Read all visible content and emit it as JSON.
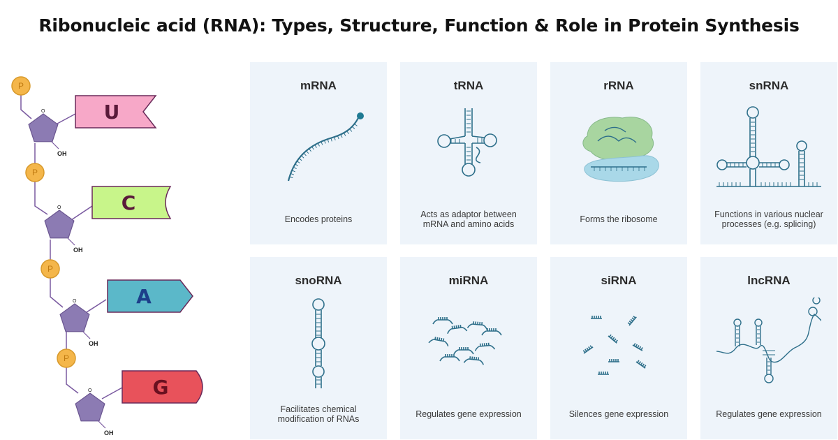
{
  "page": {
    "title": "Ribonucleic acid (RNA): Types, Structure, Function & Role in Protein Synthesis"
  },
  "chain": {
    "phosphate_label": "P",
    "hydroxyl_label": "OH",
    "ring_oxygen_label": "O",
    "nucleotides": [
      {
        "base": "U",
        "color": "#f7a8c8"
      },
      {
        "base": "C",
        "color": "#c8f58a"
      },
      {
        "base": "A",
        "color": "#5bb8c9"
      },
      {
        "base": "G",
        "color": "#e8525b"
      }
    ],
    "colors": {
      "sugar": "#8c7bb3",
      "phosphate": "#f4b64a",
      "line": "#7a5aa0"
    }
  },
  "cards": [
    {
      "title": "mRNA",
      "description": "Encodes proteins"
    },
    {
      "title": "tRNA",
      "description": "Acts as adaptor between mRNA and amino acids"
    },
    {
      "title": "rRNA",
      "description": "Forms the ribosome"
    },
    {
      "title": "snRNA",
      "description": "Functions in various nuclear processes (e.g. splicing)"
    },
    {
      "title": "snoRNA",
      "description": "Facilitates chemical modification of RNAs"
    },
    {
      "title": "miRNA",
      "description": "Regulates gene expression"
    },
    {
      "title": "siRNA",
      "description": "Silences gene expression"
    },
    {
      "title": "lncRNA",
      "description": "Regulates gene expression"
    }
  ],
  "colors": {
    "card_background": "#eef4fa",
    "strand": "#2e6f8a",
    "rrna_large": "#a8d5a0",
    "rrna_small": "#a9d8e8"
  }
}
